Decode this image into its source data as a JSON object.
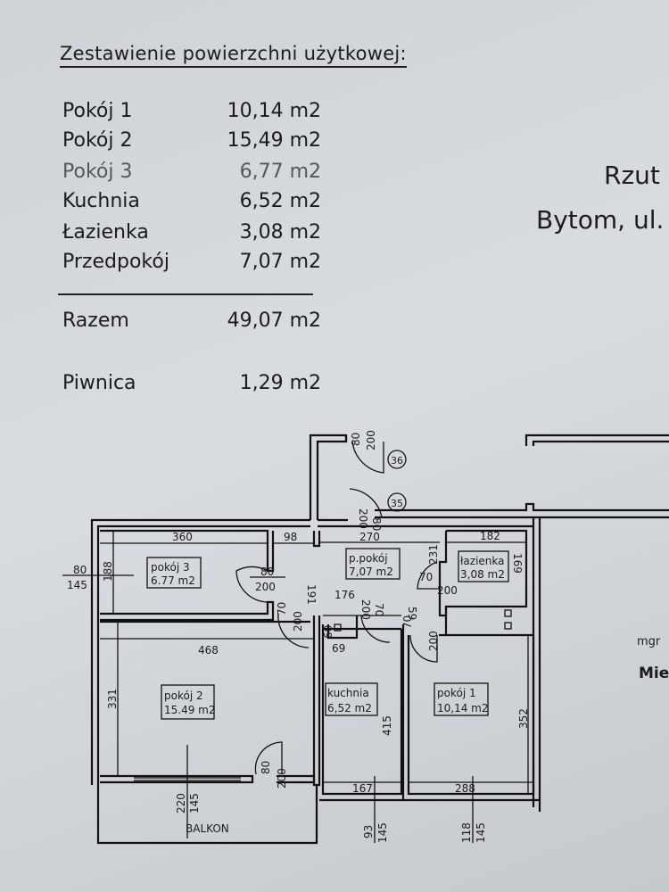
{
  "summary": {
    "title": "Zestawienie powierzchni użytkowej:",
    "rows": [
      {
        "label": "Pokój 1",
        "value": "10,14 m2"
      },
      {
        "label": "Pokój 2",
        "value": "15,49 m2"
      },
      {
        "label": "Pokój 3",
        "value": "6,77 m2"
      },
      {
        "label": "Kuchnia",
        "value": "6,52 m2"
      },
      {
        "label": "Łazienka",
        "value": "3,08 m2"
      },
      {
        "label": "Przedpokój",
        "value": "7,07 m2"
      }
    ],
    "total": {
      "label": "Razem",
      "value": "49,07 m2"
    },
    "cellar": {
      "label": "Piwnica",
      "value": "1,29 m2"
    }
  },
  "heading": {
    "line1": "Rzut",
    "line2": "Bytom, ul."
  },
  "stamp": {
    "mgr": "mgr",
    "name": "Mie"
  },
  "plan": {
    "rooms": [
      {
        "name": "pokój 3",
        "area": "6.77 m2"
      },
      {
        "name": "p.pokój",
        "area": "7,07 m2"
      },
      {
        "name": "łazienka",
        "area": "3,08 m2"
      },
      {
        "name": "pokój 2",
        "area": "15.49 m2"
      },
      {
        "name": "kuchnia",
        "area": "6,52 m2"
      },
      {
        "name": "pokój 1",
        "area": "10,14 m2"
      }
    ],
    "balcony": "BALKON",
    "markers": [
      "36",
      "35"
    ],
    "dims": [
      "360",
      "98",
      "270",
      "182",
      "188",
      "191",
      "231",
      "169",
      "176",
      "60",
      "69",
      "59",
      "468",
      "331",
      "415",
      "352",
      "167",
      "288",
      "80",
      "145",
      "80",
      "200",
      "70",
      "200",
      "70",
      "200",
      "200",
      "70",
      "70",
      "200",
      "80",
      "200",
      "220",
      "145",
      "93",
      "145",
      "118",
      "145",
      "80",
      "200",
      "80",
      "200"
    ]
  }
}
